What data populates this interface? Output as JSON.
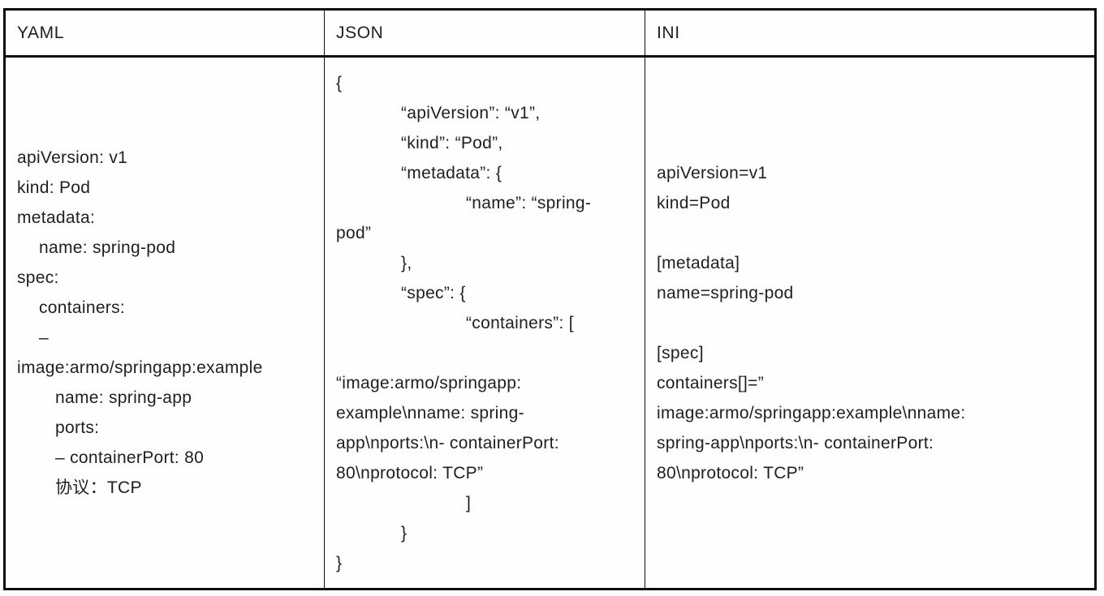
{
  "table": {
    "columns": [
      {
        "key": "yaml",
        "header": "YAML",
        "lines": [
          {
            "t": "apiVersion: v1",
            "i": 0
          },
          {
            "t": "kind: Pod",
            "i": 0
          },
          {
            "t": "metadata:",
            "i": 0
          },
          {
            "t": "name: spring-pod",
            "i": 1
          },
          {
            "t": "spec:",
            "i": 0
          },
          {
            "t": "containers:",
            "i": 1
          },
          {
            "t": "–",
            "i": 1
          },
          {
            "t": "image:armo/springapp:example",
            "i": 0
          },
          {
            "t": "name: spring-app",
            "i": 2
          },
          {
            "t": "ports:",
            "i": 2
          },
          {
            "t": "– containerPort: 80",
            "i": 2
          },
          {
            "t": "协议：TCP",
            "i": 2
          }
        ]
      },
      {
        "key": "json",
        "header": "JSON",
        "lines": [
          {
            "t": "{",
            "i": 0
          },
          {
            "t": "“apiVersion”: “v1”,",
            "i": 1
          },
          {
            "t": "“kind”: “Pod”,",
            "i": 1
          },
          {
            "t": "“metadata”: {",
            "i": 1
          },
          {
            "t": "“name”: “spring-",
            "i": 2
          },
          {
            "t": "pod”",
            "i": 0
          },
          {
            "t": "},",
            "i": 1
          },
          {
            "t": "“spec”: {",
            "i": 1
          },
          {
            "t": "“containers”: [",
            "i": 2
          },
          {
            "t": "",
            "i": 0
          },
          {
            "t": "“image:armo/springapp:",
            "i": 0
          },
          {
            "t": "example\\nname: spring-",
            "i": 0
          },
          {
            "t": "app\\nports:\\n- containerPort:",
            "i": 0
          },
          {
            "t": "80\\nprotocol: TCP”",
            "i": 0
          },
          {
            "t": "]",
            "i": 2
          },
          {
            "t": "}",
            "i": 1
          },
          {
            "t": "}",
            "i": 0
          }
        ]
      },
      {
        "key": "ini",
        "header": "INI",
        "lines": [
          {
            "t": "apiVersion=v1",
            "i": 0
          },
          {
            "t": "kind=Pod",
            "i": 0
          },
          {
            "t": "",
            "i": 0
          },
          {
            "t": "[metadata]",
            "i": 0
          },
          {
            "t": "name=spring-pod",
            "i": 0
          },
          {
            "t": "",
            "i": 0
          },
          {
            "t": "[spec]",
            "i": 0
          },
          {
            "t": "containers[]=”",
            "i": 0
          },
          {
            "t": "image:armo/springapp:example\\nname:",
            "i": 0
          },
          {
            "t": "spring-app\\nports:\\n- containerPort:",
            "i": 0
          },
          {
            "t": "80\\nprotocol: TCP”",
            "i": 0
          }
        ]
      }
    ]
  },
  "colors": {
    "border": "#0d0d0d",
    "text": "#1f1f1f",
    "background": "#fdfdfd"
  }
}
